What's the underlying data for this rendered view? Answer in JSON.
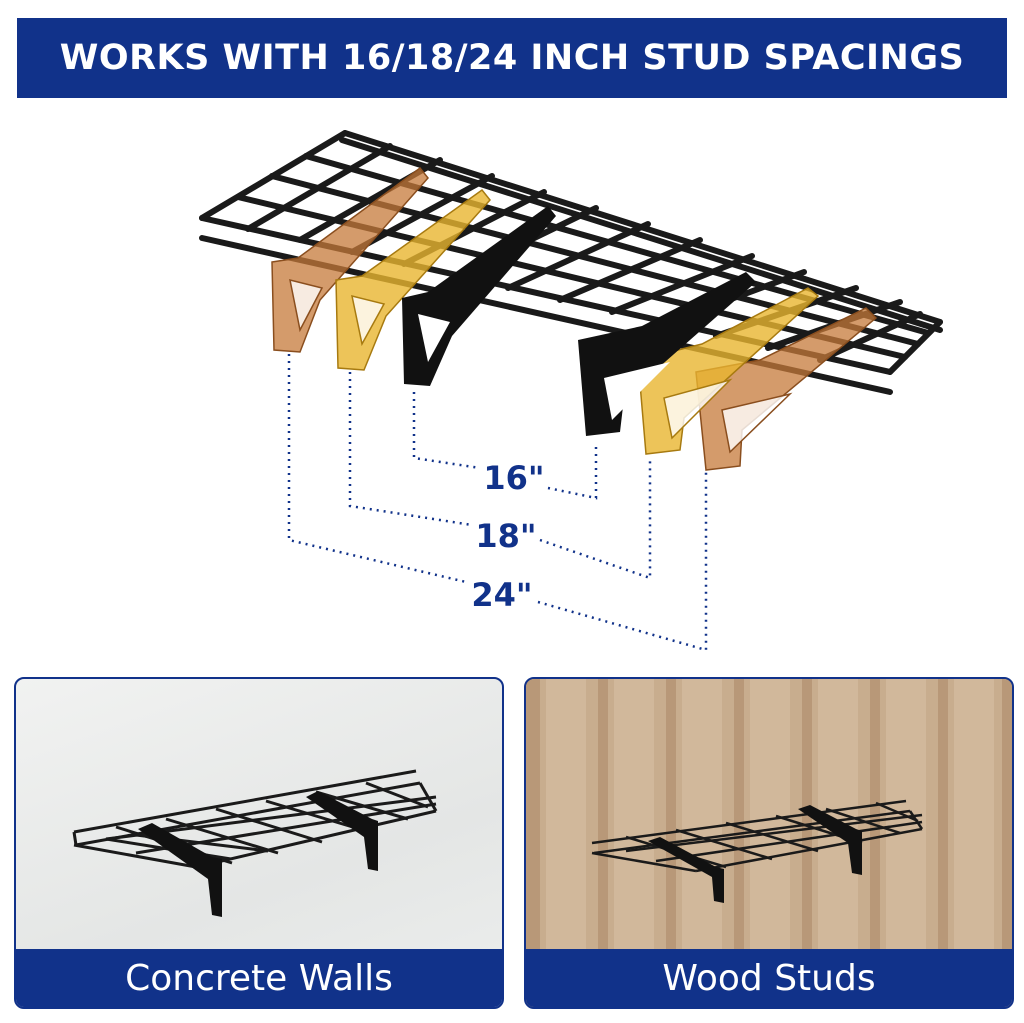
{
  "header": {
    "title": "WORKS WITH 16/18/24 INCH STUD SPACINGS"
  },
  "diagram": {
    "spacing_16": "16\"",
    "spacing_18": "18\"",
    "spacing_24": "24\""
  },
  "panels": [
    {
      "caption": "Concrete Walls"
    },
    {
      "caption": "Wood Studs"
    }
  ],
  "colors": {
    "brand_blue": "#11328a",
    "bracket_orange": "#c5793a",
    "bracket_yellow": "#e8b530",
    "bracket_black": "#111111",
    "wood": "#c8ad8e"
  }
}
